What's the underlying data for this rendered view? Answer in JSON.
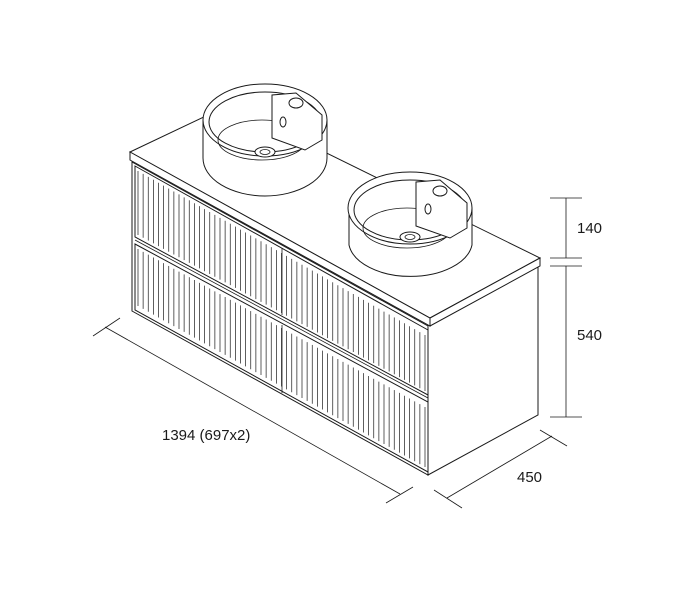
{
  "dimensions": {
    "width_label": "1394 (697x2)",
    "depth_label": "450",
    "basin_height_label": "140",
    "cabinet_height_label": "540"
  },
  "colors": {
    "line": "#1a1a1a",
    "background": "#ffffff"
  }
}
